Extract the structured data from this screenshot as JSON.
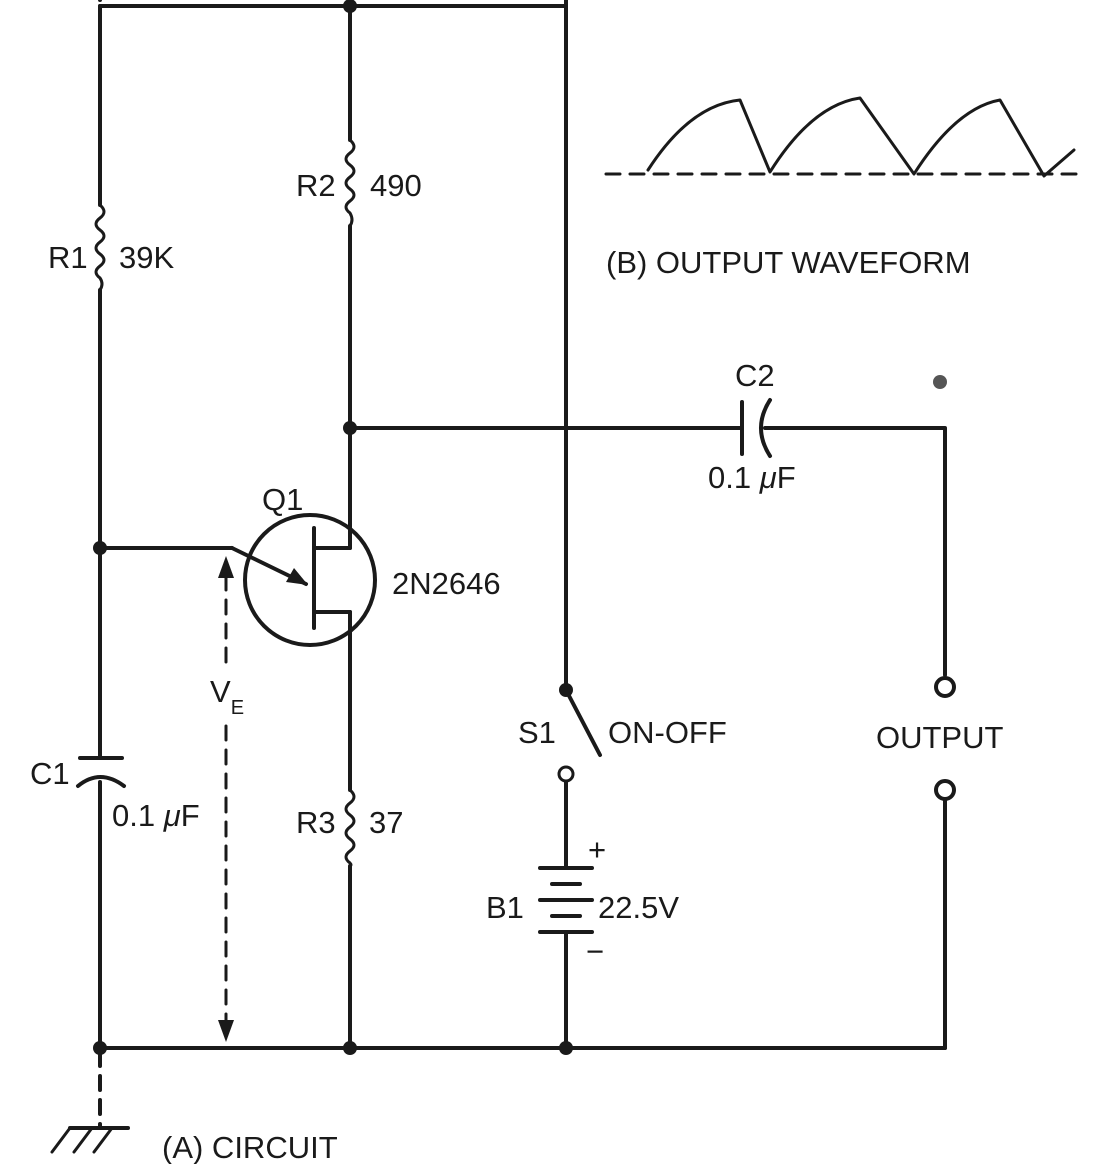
{
  "components": {
    "r1": {
      "ref": "R1",
      "value": "39K"
    },
    "r2": {
      "ref": "R2",
      "value": "490"
    },
    "r3": {
      "ref": "R3",
      "value": "37"
    },
    "c1": {
      "ref": "C1",
      "value_prefix": "0.1 ",
      "value_mu": "μ",
      "value_unit": "F"
    },
    "c2": {
      "ref": "C2",
      "value_prefix": "0.1 ",
      "value_mu": "μ",
      "value_unit": "F"
    },
    "q1": {
      "ref": "Q1",
      "part": "2N2646"
    },
    "s1": {
      "ref": "S1",
      "label": "ON-OFF"
    },
    "b1": {
      "ref": "B1",
      "value": "22.5V",
      "plus": "+",
      "minus": "−"
    }
  },
  "voltage": {
    "main": "V",
    "subscript": "E"
  },
  "output": {
    "label": "OUTPUT"
  },
  "captions": {
    "circuit": "(A) CIRCUIT",
    "waveform": "(B) OUTPUT WAVEFORM"
  },
  "colors": {
    "ink": "#1a1a1a",
    "paper": "#ffffff"
  }
}
